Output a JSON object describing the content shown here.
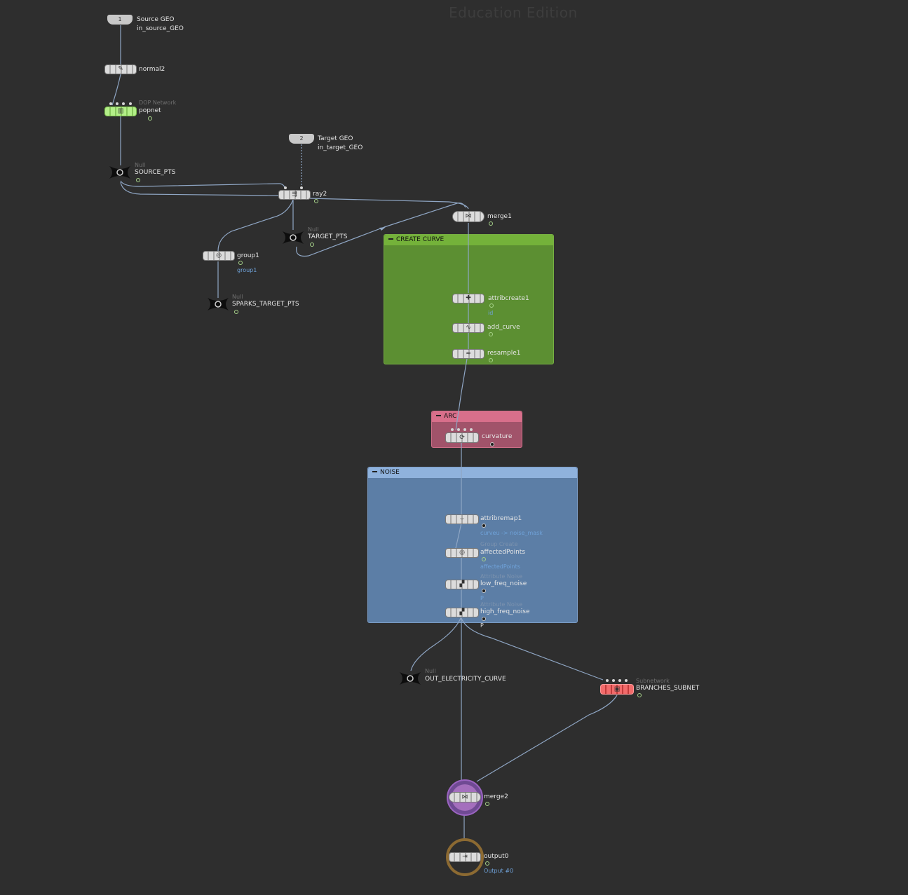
{
  "watermark": "Education Edition",
  "network_boxes": {
    "create_curve": "CREATE CURVE",
    "arc": "ARC",
    "noise": "NOISE"
  },
  "nodes": {
    "source_geo": {
      "index": "1",
      "label": "Source GEO",
      "sub": "in_source_GEO"
    },
    "normal2": {
      "label": "normal2",
      "icon": "normal-icon"
    },
    "popnet": {
      "type": "DOP Network",
      "label": "popnet",
      "icon": "dop-network-icon"
    },
    "source_pts": {
      "type": "Null",
      "label": "SOURCE_PTS"
    },
    "target_geo": {
      "index": "2",
      "label": "Target GEO",
      "sub": "in_target_GEO"
    },
    "ray2": {
      "label": "ray2",
      "icon": "ray-icon"
    },
    "merge1": {
      "label": "merge1",
      "icon": "merge-icon"
    },
    "target_pts": {
      "type": "Null",
      "label": "TARGET_PTS"
    },
    "group1": {
      "label": "group1",
      "extra": "group1",
      "icon": "group-icon"
    },
    "sparks_target_pts": {
      "type": "Null",
      "label": "SPARKS_TARGET_PTS"
    },
    "attribcreate1": {
      "label": "attribcreate1",
      "extra": "id",
      "icon": "attribcreate-icon"
    },
    "add_curve": {
      "label": "add_curve",
      "icon": "curve-icon"
    },
    "resample1": {
      "label": "resample1",
      "icon": "resample-icon"
    },
    "curvature": {
      "label": "curvature",
      "icon": "curvature-icon"
    },
    "attribremap1": {
      "label": "attribremap1",
      "extra": "curveu -> noise_mask",
      "icon": "attribremap-icon"
    },
    "affectedpoints": {
      "type": "Group Create",
      "label": "affectedPoints",
      "extra": "affectedPoints",
      "icon": "group-icon"
    },
    "low_freq_noise": {
      "type": "Attribute Noise",
      "label": "low_freq_noise",
      "extra": "P",
      "icon": "noise-icon"
    },
    "high_freq_noise": {
      "type": "Attribute Noise",
      "label": "high_freq_noise",
      "extra": "P",
      "icon": "noise-icon"
    },
    "out_electricity_curve": {
      "type": "Null",
      "label": "OUT_ELECTRICITY_CURVE"
    },
    "branches_subnet": {
      "type": "Subnetwork",
      "label": "BRANCHES_SUBNET",
      "icon": "subnet-icon"
    },
    "merge2": {
      "label": "merge2",
      "icon": "merge-icon"
    },
    "output0": {
      "label": "output0",
      "extra": "Output #0",
      "icon": "output-icon"
    }
  },
  "colors": {
    "background": "#2e2e2e",
    "create_curve_box": "#5c8f32",
    "arc_box": "#a1536a",
    "noise_box": "#5c7ea6",
    "wire": "#8fa6c4",
    "label_blue": "#6fa2d9"
  }
}
